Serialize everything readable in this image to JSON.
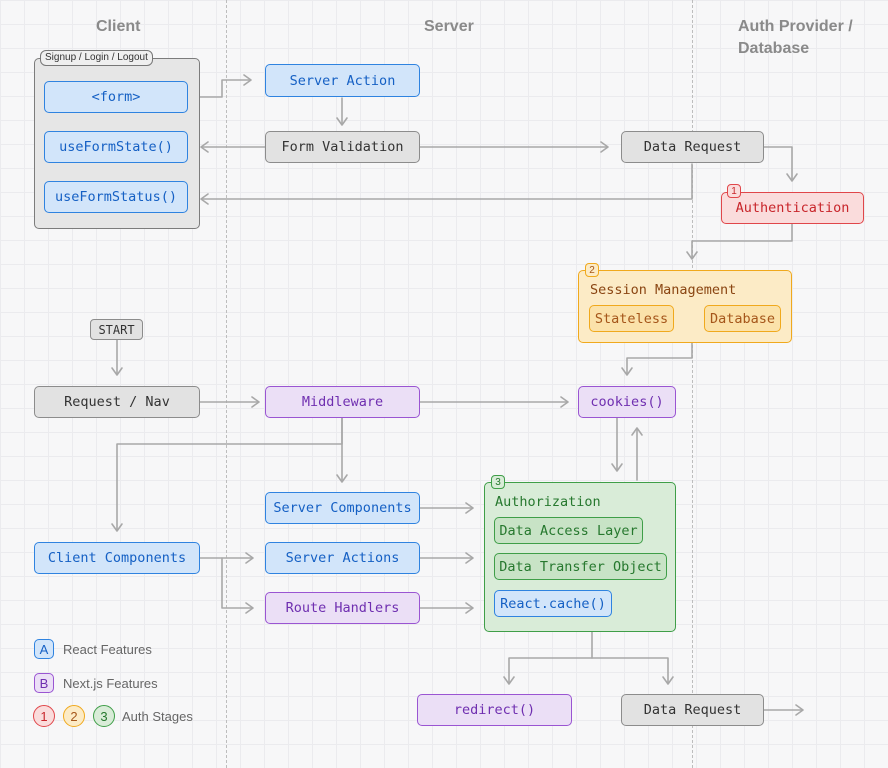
{
  "lanes": {
    "client": "Client",
    "server": "Server",
    "auth_line1": "Auth Provider /",
    "auth_line2": "Database"
  },
  "client_group": {
    "tag": "Signup / Login / Logout",
    "form": "<form>",
    "use_form_state": "useFormState()",
    "use_form_status": "useFormStatus()"
  },
  "nodes": {
    "server_action": "Server Action",
    "form_validation": "Form Validation",
    "data_request_top": "Data Request",
    "authentication": "Authentication",
    "start": "START",
    "request_nav": "Request / Nav",
    "middleware": "Middleware",
    "cookies": "cookies()",
    "server_components": "Server Components",
    "client_components": "Client Components",
    "server_actions": "Server Actions",
    "route_handlers": "Route Handlers",
    "redirect": "redirect()",
    "data_request_bottom": "Data Request"
  },
  "session": {
    "badge": "2",
    "title": "Session Management",
    "stateless": "Stateless",
    "database": "Database"
  },
  "authorization": {
    "badge": "3",
    "title": "Authorization",
    "dal": "Data Access Layer",
    "dto": "Data Transfer Object",
    "react_cache": "React.cache()"
  },
  "auth_badge": "1",
  "legend": {
    "react_icon": "A",
    "react_label": "React Features",
    "next_icon": "B",
    "next_label": "Next.js Features",
    "stage1": "1",
    "stage2": "2",
    "stage3": "3",
    "stages_label": "Auth Stages"
  },
  "colors": {
    "react": "#2f83e0",
    "nextjs": "#9a55d2",
    "stage1": "#e0464a",
    "stage2": "#f0a91d",
    "stage3": "#3f9e48",
    "neutral": "#8c8c8c"
  }
}
